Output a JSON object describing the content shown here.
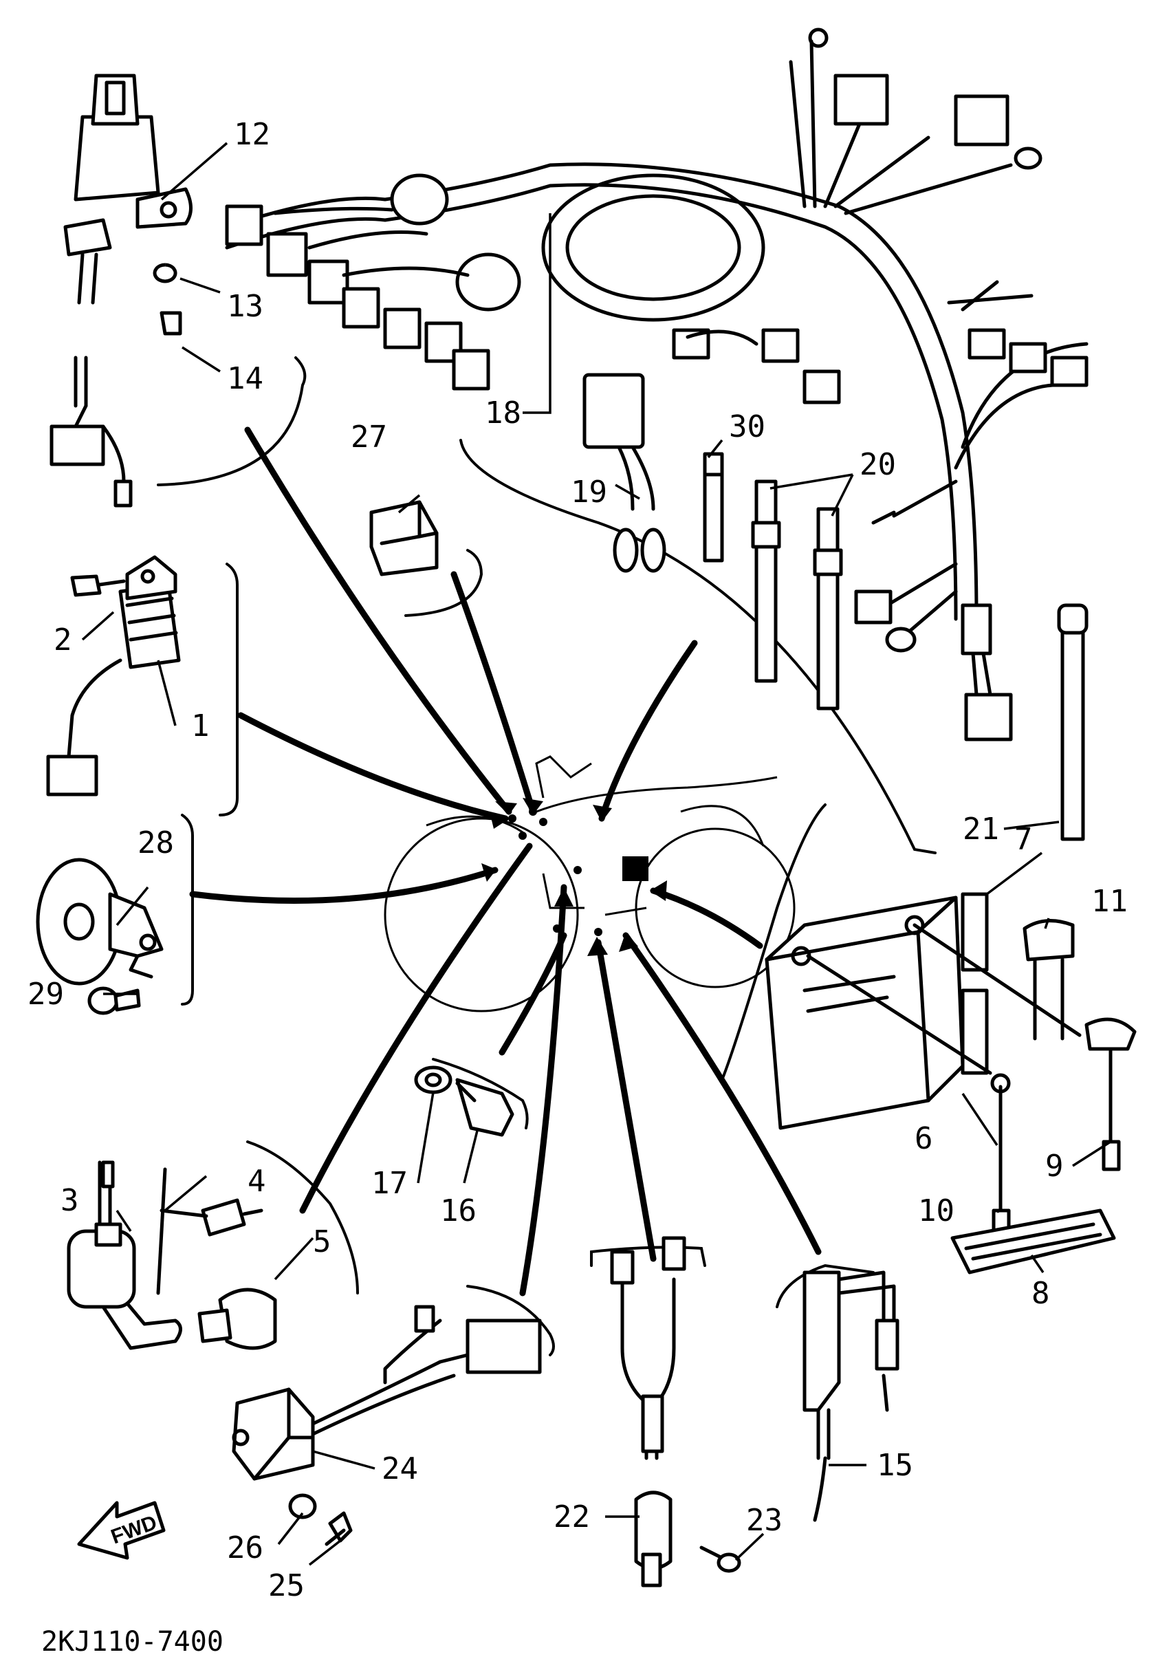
{
  "diagram": {
    "code": "2KJ110-7400",
    "direction_label": "FWD",
    "callouts": {
      "n1": "1",
      "n2": "2",
      "n3": "3",
      "n4": "4",
      "n5": "5",
      "n6": "6",
      "n7": "7",
      "n8": "8",
      "n9": "9",
      "n10": "10",
      "n11": "11",
      "n12": "12",
      "n13": "13",
      "n14": "14",
      "n15": "15",
      "n16": "16",
      "n17": "17",
      "n18": "18",
      "n19": "19",
      "n20": "20",
      "n21": "21",
      "n22": "22",
      "n23": "23",
      "n24": "24",
      "n25": "25",
      "n26": "26",
      "n27": "27",
      "n28": "28",
      "n29": "29",
      "n30": "30"
    }
  }
}
